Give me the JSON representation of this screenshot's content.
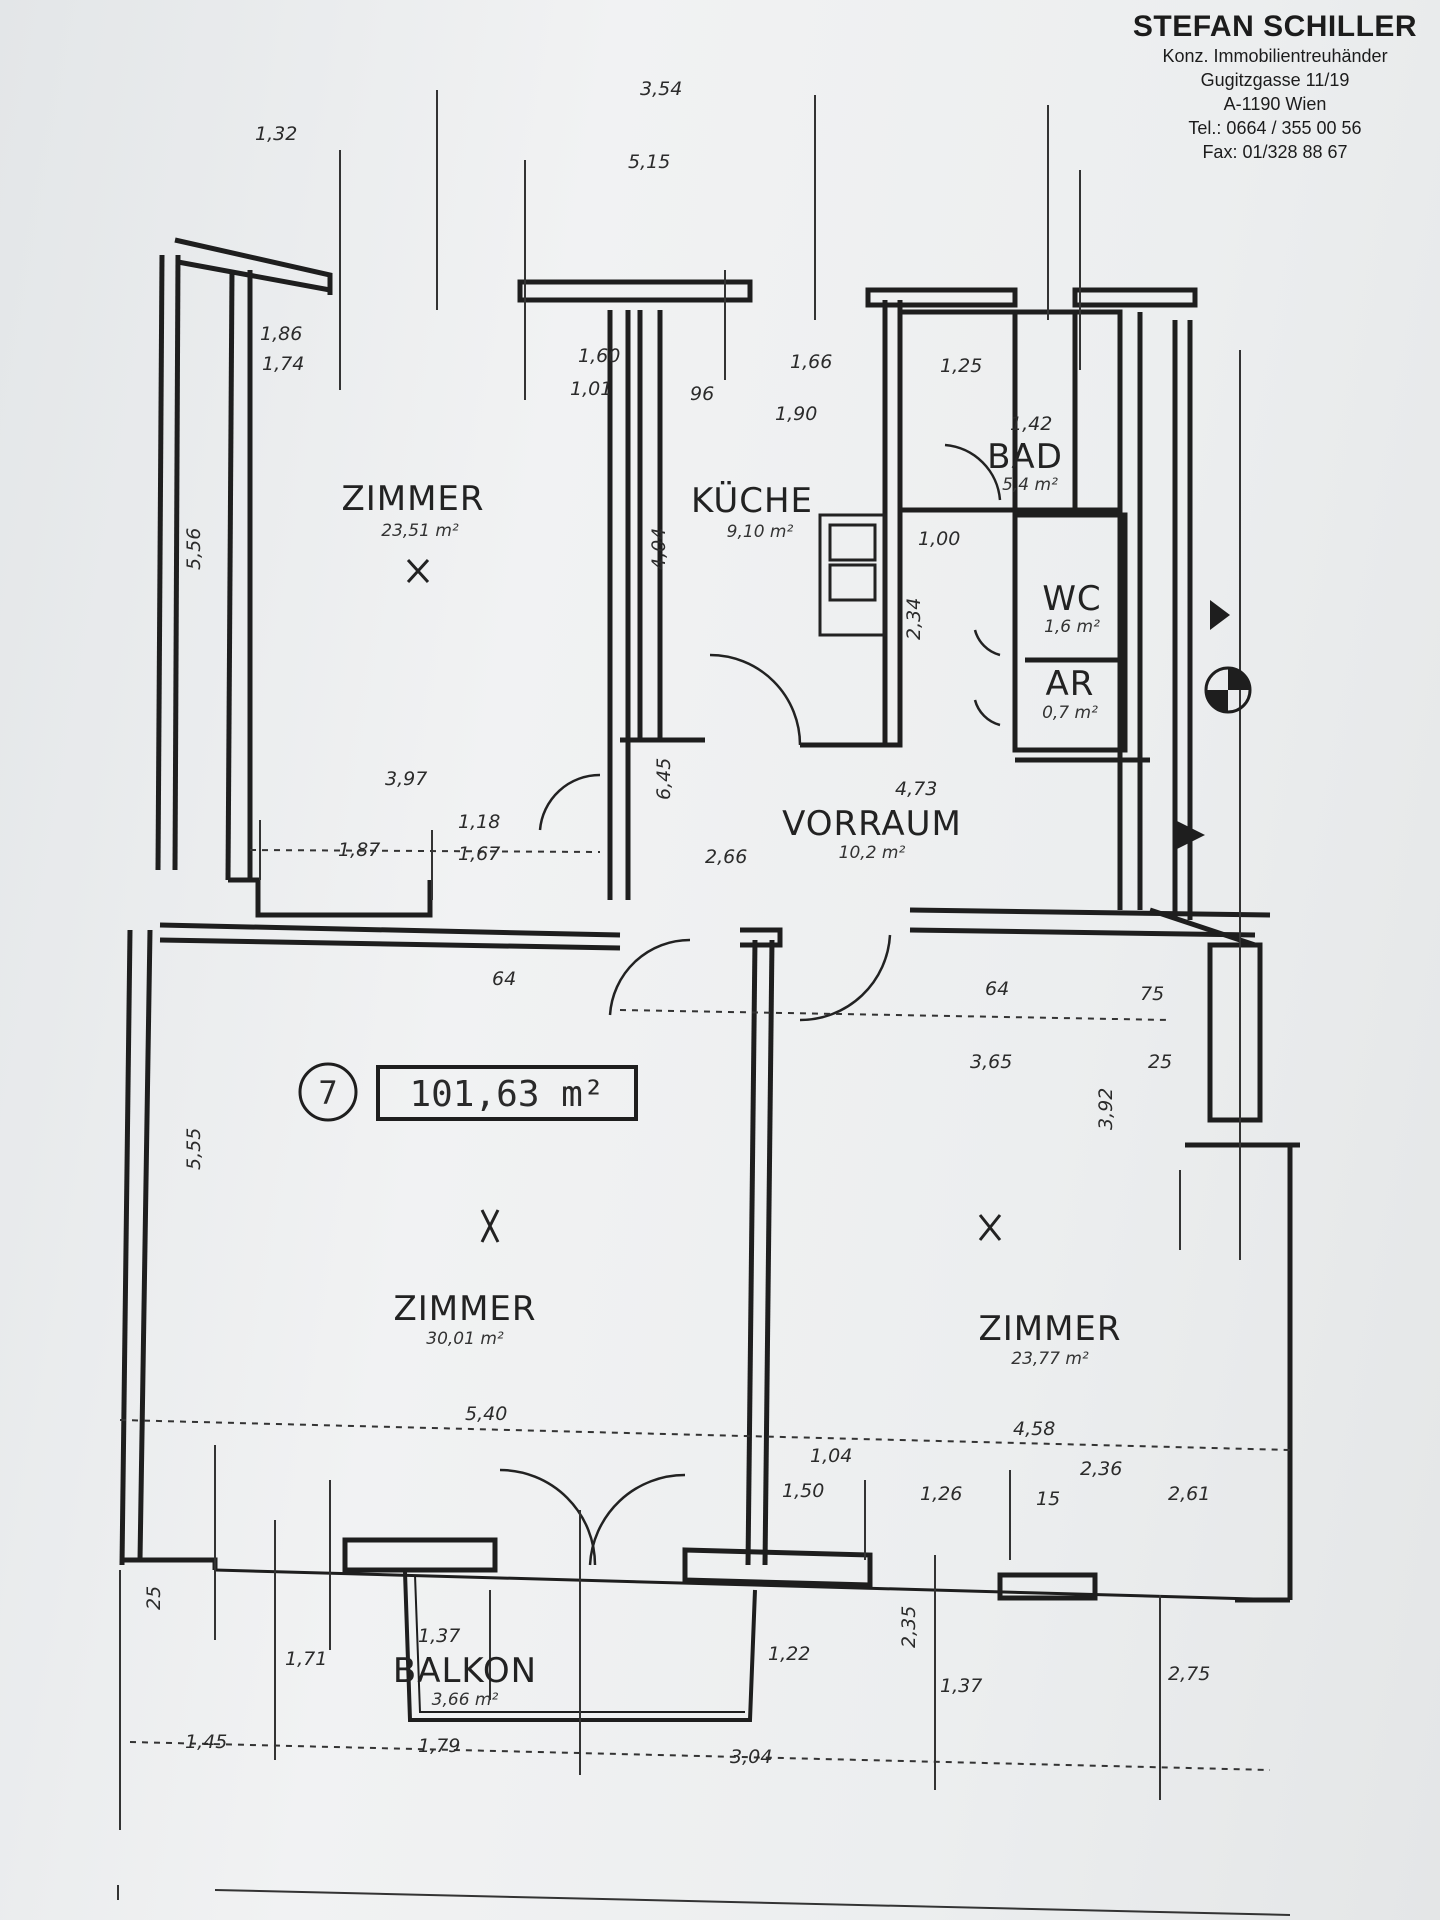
{
  "header": {
    "company_name": "STEFAN SCHILLER",
    "role": "Konz. Immobilientreuhänder",
    "street": "Gugitzgasse 11/19",
    "city": "A-1190 Wien",
    "phone": "Tel.: 0664 / 355 00 56",
    "fax": "Fax: 01/328 88 67"
  },
  "unit": {
    "number": "7",
    "total_area": "101,63 m²"
  },
  "rooms": {
    "zimmer_top_left": {
      "label": "ZIMMER",
      "area": "23,51 m²"
    },
    "kueche": {
      "label": "KÜCHE",
      "area": "9,10 m²"
    },
    "bad": {
      "label": "BAD",
      "area": "5,4 m²"
    },
    "wc": {
      "label": "WC",
      "area": "1,6 m²"
    },
    "ar": {
      "label": "AR",
      "area": "0,7 m²"
    },
    "vorraum": {
      "label": "VORRAUM",
      "area": "10,2 m²"
    },
    "zimmer_bottom_left": {
      "label": "ZIMMER",
      "area": "30,01 m²"
    },
    "zimmer_bottom_right": {
      "label": "ZIMMER",
      "area": "23,77 m²"
    },
    "balkon": {
      "label": "BALKON",
      "area": "3,66 m²"
    }
  },
  "dimensions": {
    "d_354": "3,54",
    "d_515": "5,15",
    "d_132": "1,32",
    "d_186": "1,86",
    "d_174": "1,74",
    "d_160": "1,60",
    "d_101": "1,01",
    "d_166": "1,66",
    "d_190": "1,90",
    "d_125": "1,25",
    "d_142": "1,42",
    "d_100": "1,00",
    "d_234": "2,34",
    "d_404": "4,04",
    "d_397": "3,97",
    "d_187": "1,87",
    "d_118": "1,18",
    "d_167": "1,67",
    "d_556": "5,56",
    "d_473": "4,73",
    "d_266": "2,66",
    "d_645": "6,45",
    "d_64a": "64",
    "d_64b": "64",
    "d_75": "75",
    "d_25": "25",
    "d_365": "3,65",
    "d_392": "3,92",
    "d_540": "5,40",
    "d_458": "4,58",
    "d_555": "5,55",
    "d_104": "1,04",
    "d_150": "1,50",
    "d_126": "1,26",
    "d_15": "15",
    "d_137": "1,37",
    "d_122": "1,22",
    "d_179": "1,79",
    "d_304": "3,04",
    "d_145": "1,45",
    "d_171": "1,71",
    "d_137b": "1,37",
    "d_25b": "25",
    "d_275": "2,75",
    "d_236": "2,36",
    "d_261": "2,61",
    "d_235": "2,35",
    "d_96": "96"
  }
}
